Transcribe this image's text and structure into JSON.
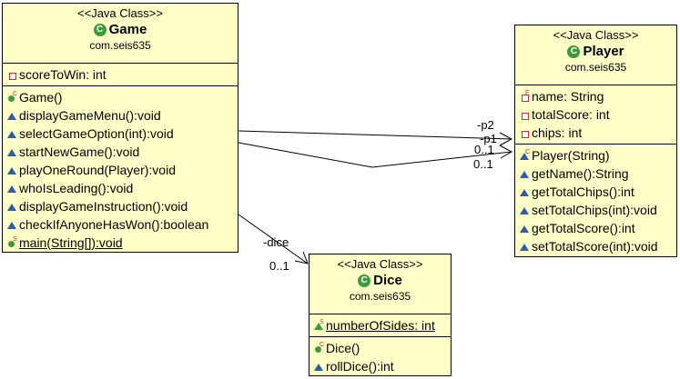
{
  "classes": {
    "game": {
      "stereotype": "<<Java Class>>",
      "name": "Game",
      "package": "com.seis635",
      "attributes": [
        "scoreToWin: int"
      ],
      "methods": [
        "Game()",
        "displayGameMenu():void",
        "selectGameOption(int):void",
        "startNewGame():void",
        "playOneRound(Player):void",
        "whoIsLeading():void",
        "displayGameInstruction():void",
        "checkIfAnyoneHasWon():boolean",
        "main(String[]):void"
      ]
    },
    "player": {
      "stereotype": "<<Java Class>>",
      "name": "Player",
      "package": "com.seis635",
      "attributes": [
        "name: String",
        "totalScore: int",
        "chips: int"
      ],
      "methods": [
        "Player(String)",
        "getName():String",
        "getTotalChips():int",
        "setTotalChips(int):void",
        "getTotalScore():int",
        "setTotalScore(int):void"
      ]
    },
    "dice": {
      "stereotype": "<<Java Class>>",
      "name": "Dice",
      "package": "com.seis635",
      "attributes": [
        "numberOfSides: int"
      ],
      "methods": [
        "Dice()",
        "rollDice():int"
      ]
    }
  },
  "associations": {
    "p2_role": "-p2",
    "p1_role": "-p1",
    "p2_mult": "0..1",
    "p1_mult": "0..1",
    "dice_role": "-dice",
    "dice_mult": "0..1"
  },
  "icons": {
    "class_icon": "class-c-icon",
    "private_field": "private-square-icon",
    "package_method": "package-triangle-icon",
    "public_method": "public-circle-icon"
  },
  "colors": {
    "class_fill": "#ffffc8",
    "class_icon": "#3d9a3d",
    "private": "#c03030",
    "package": "#2a5db0"
  }
}
